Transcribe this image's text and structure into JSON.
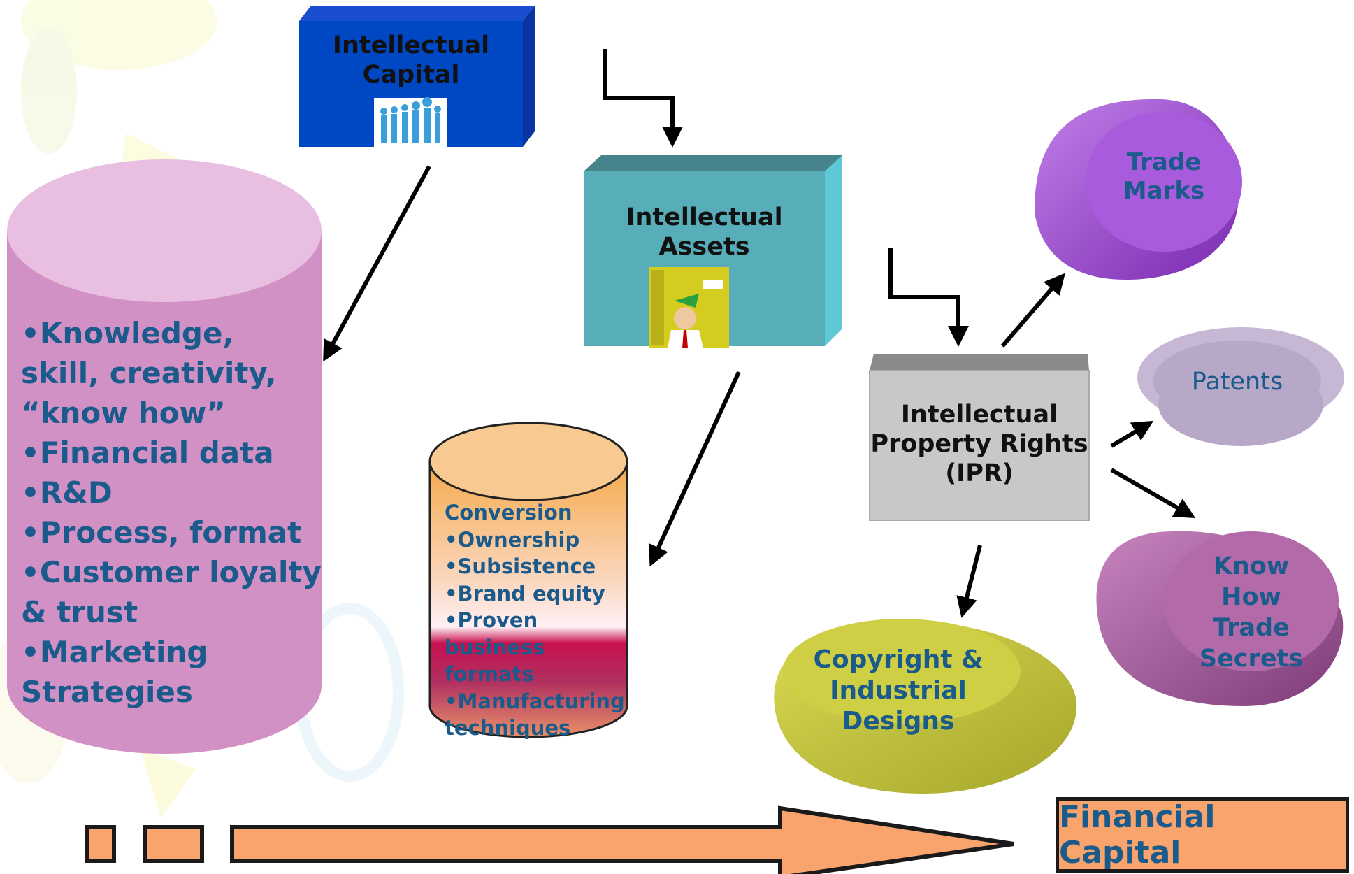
{
  "nodes": {
    "intellectual_capital": "Intellectual\nCapital",
    "intellectual_assets": "Intellectual\nAssets",
    "ipr": "Intellectual\nProperty Rights\n(IPR)",
    "trade_marks": "Trade\nMarks",
    "patents": "Patents",
    "know_how": "Know\nHow\nTrade\nSecrets",
    "copyright": "Copyright &\nIndustrial\nDesigns",
    "financial_capital": "Financial Capital"
  },
  "knowledge_list": [
    "•Knowledge, skill, creativity, “know how”",
    "•Financial data",
    "•R&D",
    "•Process, format",
    "•Customer loyalty & trust",
    "•Marketing Strategies"
  ],
  "conversion_list": [
    "Conversion",
    "•Ownership",
    "•Subsistence",
    "•Brand equity",
    "•Proven business formats",
    "•Manufacturing techniques"
  ],
  "colors": {
    "text_blue": "#1a5b8c",
    "capital_box": "#0047c4",
    "assets_box": "#58aeb8",
    "ipr_box": "#c8c8c8",
    "knowledge_cylinder": "#d291c4",
    "trade_marks": "#9a4ad0",
    "patents": "#b7a8c8",
    "know_how": "#b36aa8",
    "copyright": "#c8c840",
    "financial_capital": "#f9a36d"
  }
}
